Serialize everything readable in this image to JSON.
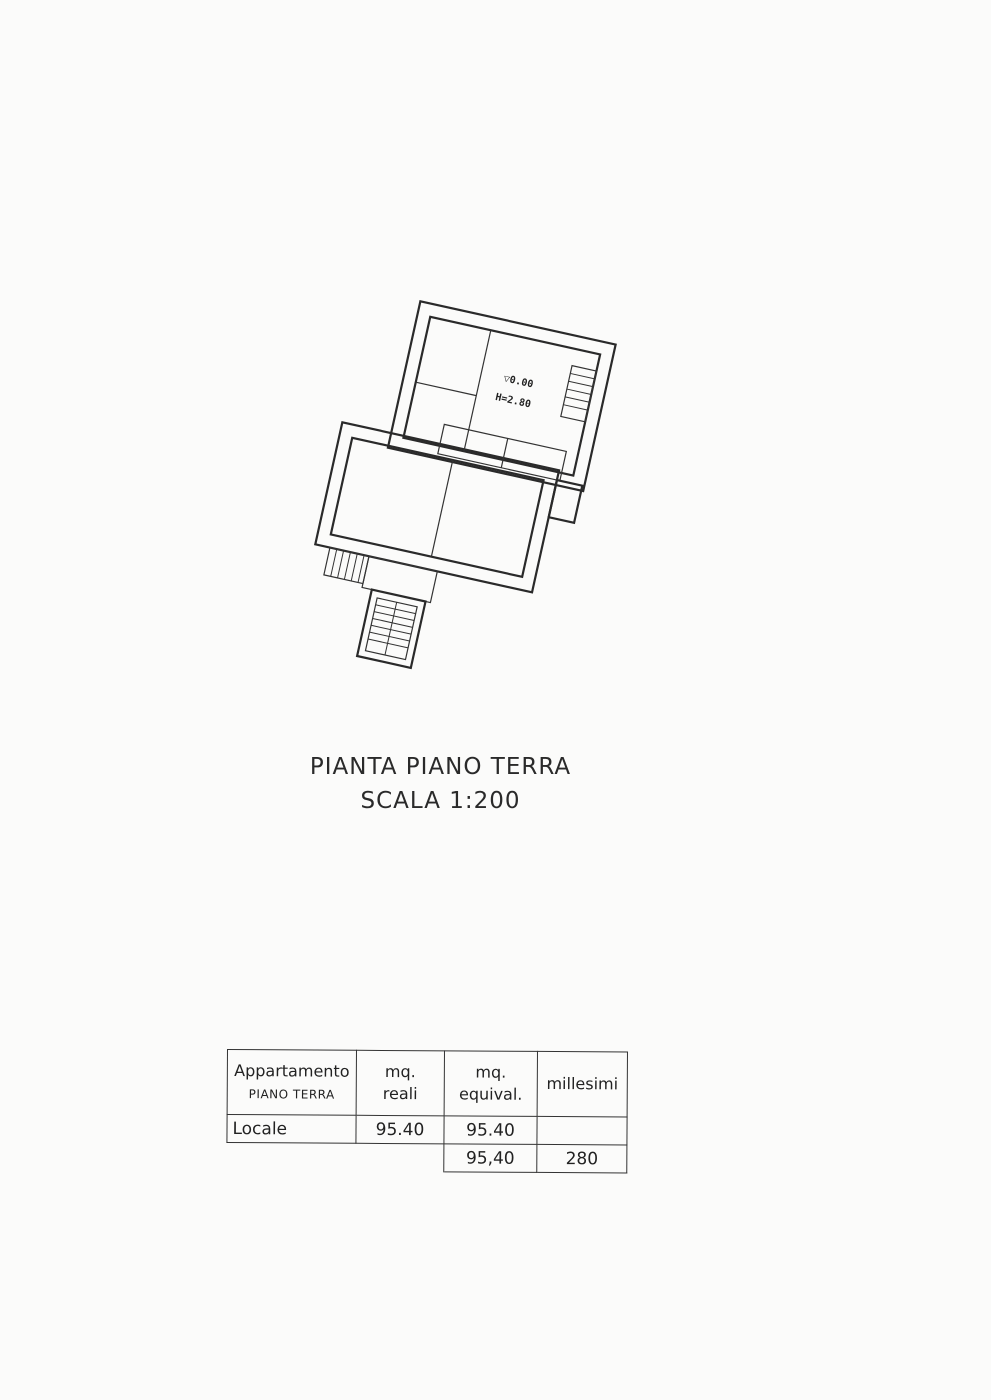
{
  "plan": {
    "level_marker": "▽0.00",
    "height_label": "H=2.80"
  },
  "title": {
    "line1": "PIANTA PIANO TERRA",
    "line2": "SCALA 1:200"
  },
  "summary_table": {
    "header": {
      "col1_line1": "Appartamento",
      "col1_line2": "PIANO TERRA",
      "col2_line1": "mq.",
      "col2_line2": "reali",
      "col3_line1": "mq.",
      "col3_line2": "equival.",
      "col4": "millesimi"
    },
    "rows": [
      {
        "label": "Locale",
        "mq_reali": "95.40",
        "mq_equival": "95.40",
        "millesimi": ""
      }
    ],
    "total": {
      "mq_equival": "95,40",
      "millesimi": "280"
    }
  }
}
